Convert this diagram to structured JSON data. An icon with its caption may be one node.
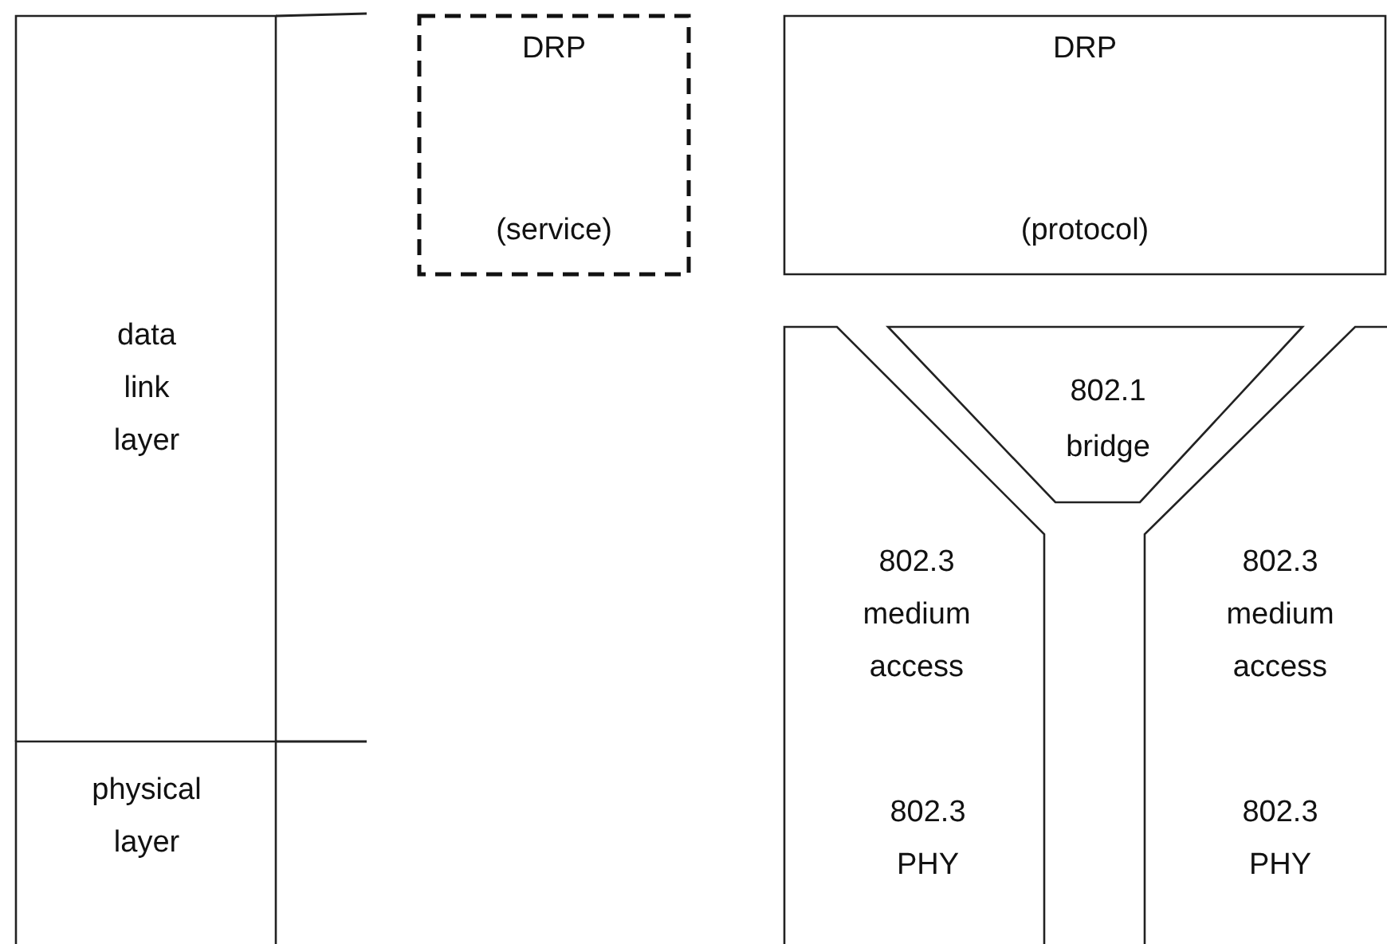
{
  "diagram": {
    "nodes": [
      {
        "text": [
          "data link layer"
        ]
      },
      {
        "text": [
          "physical layer"
        ]
      },
      {
        "text": [
          "DRP",
          "(service)"
        ]
      },
      {
        "text": [
          "DRP",
          "(protocol)"
        ]
      },
      {
        "text": [
          "802.1 bridge"
        ]
      },
      {
        "text": [
          "802.3 medium access",
          "802.3 PHY"
        ]
      },
      {
        "text": [
          "802.3 medium access",
          "802.3 PHY"
        ]
      }
    ],
    "edges": []
  }
}
